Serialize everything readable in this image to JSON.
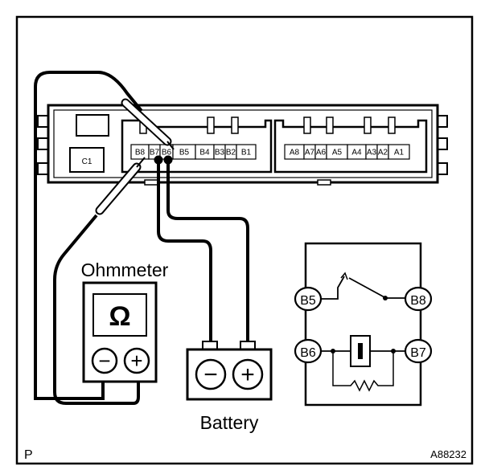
{
  "connector": {
    "left_block": {
      "side_label": "C1",
      "pins": [
        "B8",
        "B7",
        "B6",
        "B5",
        "B4",
        "B3",
        "B2",
        "B1"
      ]
    },
    "right_block": {
      "pins": [
        "A8",
        "A7",
        "A6",
        "A5",
        "A4",
        "A3",
        "A2",
        "A1"
      ]
    }
  },
  "ohmmeter": {
    "label": "Ohmmeter",
    "symbol": "Ω",
    "minus": "−",
    "plus": "+"
  },
  "battery": {
    "label": "Battery",
    "minus": "−",
    "plus": "+"
  },
  "schematic": {
    "terminals": {
      "b5": "B5",
      "b8": "B8",
      "b6": "B6",
      "b7": "B7"
    }
  },
  "footer": {
    "corner_mark": "P",
    "figure_code": "A88232"
  }
}
